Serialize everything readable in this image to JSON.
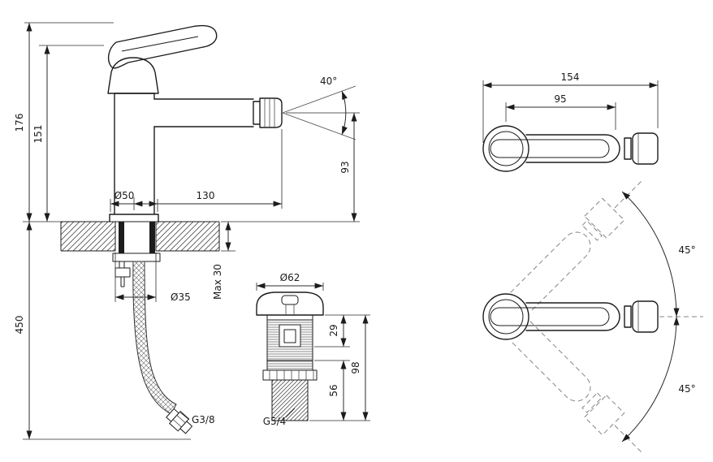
{
  "drawing": {
    "front_view": {
      "total_height": "176",
      "body_height": "151",
      "hose_length": "450",
      "base_diameter": "Ø50",
      "spout_reach": "130",
      "outlet_height": "93",
      "spray_angle": "40°",
      "deck_thickness": "Max 30",
      "hole_diameter": "Ø35",
      "hose_thread": "G3/8"
    },
    "drain_view": {
      "flange_diameter": "Ø62",
      "upper_height": "29",
      "thread_length": "56",
      "total_height": "98",
      "thread_size": "G5/4"
    },
    "top_view": {
      "total_length": "154",
      "handle_length": "95"
    },
    "swivel_view": {
      "swivel_up": "45°",
      "swivel_down": "45°"
    }
  }
}
